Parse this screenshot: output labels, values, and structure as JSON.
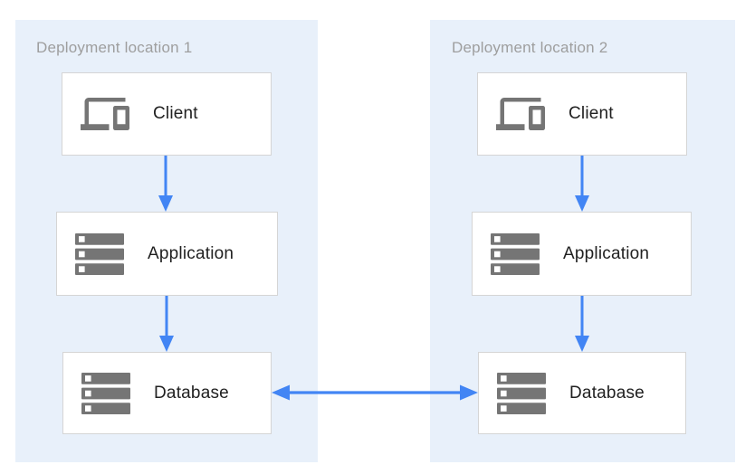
{
  "diagram": {
    "groups": [
      {
        "label": "Deployment location 1",
        "nodes": [
          {
            "label": "Client",
            "icon": "devices-icon"
          },
          {
            "label": "Application",
            "icon": "server-stack-icon"
          },
          {
            "label": "Database",
            "icon": "server-stack-icon"
          }
        ]
      },
      {
        "label": "Deployment location 2",
        "nodes": [
          {
            "label": "Client",
            "icon": "devices-icon"
          },
          {
            "label": "Application",
            "icon": "server-stack-icon"
          },
          {
            "label": "Database",
            "icon": "server-stack-icon"
          }
        ]
      }
    ],
    "connections": [
      {
        "from": "client-1",
        "to": "application-1",
        "type": "arrow-down"
      },
      {
        "from": "application-1",
        "to": "database-1",
        "type": "arrow-down"
      },
      {
        "from": "client-2",
        "to": "application-2",
        "type": "arrow-down"
      },
      {
        "from": "application-2",
        "to": "database-2",
        "type": "arrow-down"
      },
      {
        "from": "database-1",
        "to": "database-2",
        "type": "arrow-bidirectional"
      }
    ],
    "colors": {
      "panel_background": "#e8f0fa",
      "arrow": "#4285f4",
      "icon": "#757575",
      "node_border": "#d5d5d5",
      "group_label": "#9e9e9e",
      "node_label": "#212121",
      "canvas_background": "#ffffff"
    }
  }
}
